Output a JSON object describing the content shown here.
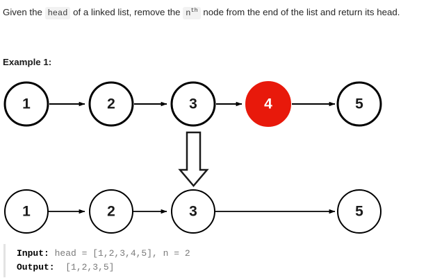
{
  "problem": {
    "text_part_1": "Given the ",
    "code_head": "head",
    "text_part_2": " of a linked list, remove the ",
    "code_n": "n",
    "code_n_sup": "th",
    "text_part_3": " node from the end of the list and return its head."
  },
  "example": {
    "heading": "Example 1:"
  },
  "diagram": {
    "type": "linked-list",
    "highlight_color": "#e8190b",
    "stroke_color": "#000000",
    "node_fill": "#ffffff",
    "transform_arrow": "down-arrow",
    "rows": [
      {
        "name": "before-list",
        "nodes": [
          {
            "label": "1",
            "highlighted": false
          },
          {
            "label": "2",
            "highlighted": false
          },
          {
            "label": "3",
            "highlighted": false
          },
          {
            "label": "4",
            "highlighted": true
          },
          {
            "label": "5",
            "highlighted": false
          }
        ]
      },
      {
        "name": "after-list",
        "nodes": [
          {
            "label": "1",
            "highlighted": false
          },
          {
            "label": "2",
            "highlighted": false
          },
          {
            "label": "3",
            "highlighted": false
          },
          {
            "label": "5",
            "highlighted": false
          }
        ]
      }
    ]
  },
  "io": {
    "input_label": "Input:",
    "input_value": " head = [1,2,3,4,5], n = 2",
    "output_label": "Output:",
    "output_value": "  [1,2,3,5]"
  }
}
